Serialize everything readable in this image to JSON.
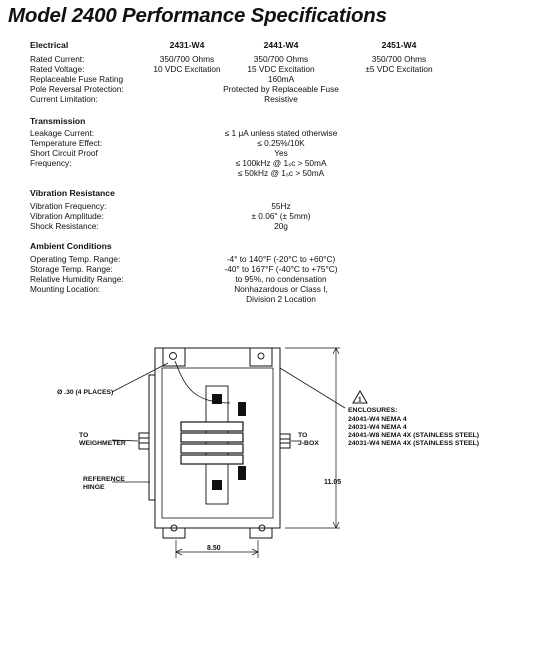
{
  "title": "Model 2400 Performance Specifications",
  "electrical": {
    "heading": "Electrical",
    "columns": [
      "2431-W4",
      "2441-W4",
      "2451-W4"
    ],
    "rows": [
      {
        "label": "Rated Current:",
        "values": [
          "350/700 Ohms",
          "350/700 Ohms",
          "350/700 Ohms"
        ]
      },
      {
        "label": "Rated Voltage:",
        "values": [
          "10 VDC Excitation",
          "15 VDC Excitation",
          "±5 VDC Excitation"
        ]
      },
      {
        "label": "Replaceable Fuse Rating",
        "value": "160mA"
      },
      {
        "label": "Pole Reversal Protection:",
        "value": "Protected by Replaceable Fuse"
      },
      {
        "label": "Current Limitation:",
        "value": "Resistive"
      }
    ]
  },
  "transmission": {
    "heading": "Transmission",
    "rows": [
      {
        "label": "Leakage Current:",
        "value": "≤ 1 μA unless stated otherwise"
      },
      {
        "label": "Temperature Effect:",
        "value": "≤ 0.25%/10K"
      },
      {
        "label": "Short Circuit Proof",
        "value": "Yes"
      },
      {
        "label": "Frequency:",
        "value": "≤ 100kHz @ 1ₛc > 50mA"
      },
      {
        "label": "",
        "value": "≤ 50kHz @ 1ₛc > 50mA"
      }
    ]
  },
  "vibration": {
    "heading": "Vibration Resistance",
    "rows": [
      {
        "label": "Vibration Frequency:",
        "value": "55Hz"
      },
      {
        "label": "Vibration Amplitude:",
        "value": "± 0.06\" (± 5mm)"
      },
      {
        "label": "Shock Resistance:",
        "value": "20g"
      }
    ]
  },
  "ambient": {
    "heading": "Ambient Conditions",
    "rows": [
      {
        "label": "Operating Temp. Range:",
        "value": "-4° to 140°F (-20°C to +60°C)"
      },
      {
        "label": "Storage Temp. Range:",
        "value": "-40° to 167°F (-40°C to +75°C)"
      },
      {
        "label": "Relative Humidity Range:",
        "value": "to 95%, no condensation"
      },
      {
        "label": "Mounting Location:",
        "value": "Nonhazardous or Class I,"
      },
      {
        "label": "",
        "value": "Division 2 Location"
      }
    ]
  },
  "diagram": {
    "hole_label": "Ø .30 (4 PLACES)",
    "to_weighmeter_1": "TO",
    "to_weighmeter_2": "WEIGHMETER",
    "to_jbox_1": "TO",
    "to_jbox_2": "J-BOX",
    "reference_1": "REFERENCE",
    "reference_2": "HINGE",
    "warning_symbol": "1",
    "enclosures_heading": "ENCLOSURES:",
    "enclosures": [
      "24041-W4 NEMA 4",
      "24031-W4 NEMA 4",
      "24041-W8 NEMA 4X (STAINLESS STEEL)",
      "24031-W4 NEMA 4X (STAINLESS STEEL)"
    ],
    "height_dim": "11.05",
    "width_dim": "8.50"
  }
}
